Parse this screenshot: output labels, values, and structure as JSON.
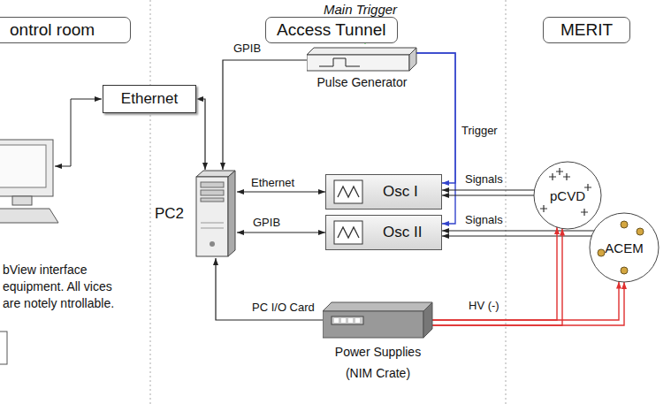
{
  "diagram": {
    "nodes": [
      {
        "text": [
          "ontrol room"
        ]
      },
      {
        "text": [
          "Access Tunnel"
        ]
      },
      {
        "text": [
          "MERIT"
        ]
      },
      {
        "text": [
          "Ethernet"
        ]
      },
      {
        "text": [
          "Pulse Generator"
        ]
      },
      {
        "text": [
          "PC2"
        ]
      },
      {
        "text": [
          "Osc I"
        ]
      },
      {
        "text": [
          "Osc II"
        ]
      },
      {
        "text": [
          "Power Supplies",
          "(NIM Crate)"
        ]
      },
      {
        "text": [
          "pCVD"
        ]
      },
      {
        "text": [
          "ACEM"
        ]
      }
    ],
    "edges": [
      {
        "from": 3,
        "to": 5,
        "arrow": "both"
      },
      {
        "from": 4,
        "to": 5,
        "label": "GPIB",
        "arrow": "to"
      },
      {
        "from": 5,
        "to": 6,
        "label": "Ethernet",
        "arrow": "both"
      },
      {
        "from": 5,
        "to": 7,
        "label": "GPIB",
        "arrow": "both"
      },
      {
        "from": 8,
        "to": 5,
        "label": "PC I/O Card",
        "arrow": "to"
      },
      {
        "from": 4,
        "to": 6,
        "label": "Trigger",
        "arrow": "to"
      },
      {
        "from": 4,
        "to": 7,
        "arrow": "to"
      },
      {
        "from": 9,
        "to": 6,
        "label": "Signals",
        "arrow": "to"
      },
      {
        "from": 10,
        "to": 7,
        "label": "Signals",
        "arrow": "to"
      },
      {
        "from": 8,
        "to": 9,
        "label": "HV (-)",
        "arrow": "to"
      },
      {
        "from": 8,
        "to": 10,
        "arrow": "to"
      }
    ],
    "labels": [
      "Main Trigger",
      "bView interface equipment. All vices are notely ntrollable."
    ]
  }
}
